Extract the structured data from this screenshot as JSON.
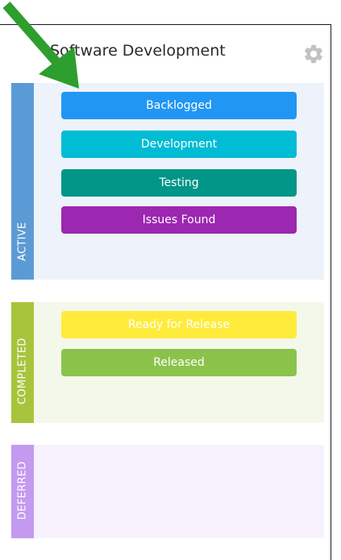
{
  "header": {
    "title": "Software Development",
    "settings_icon": "gear-icon"
  },
  "groups": [
    {
      "label": "ACTIVE",
      "rail_color": "#5b9bd5",
      "bg_color": "#eef3fb",
      "statuses": [
        {
          "label": "Backlogged",
          "color": "#2196f3"
        },
        {
          "label": "Development",
          "color": "#00bcd4"
        },
        {
          "label": "Testing",
          "color": "#009688"
        },
        {
          "label": "Issues Found",
          "color": "#9c27b0"
        }
      ]
    },
    {
      "label": "COMPLETED",
      "rail_color": "#a8c43c",
      "bg_color": "#f3f8ea",
      "statuses": [
        {
          "label": "Ready for Release",
          "color": "#ffeb3b"
        },
        {
          "label": "Released",
          "color": "#8bc34a"
        }
      ]
    },
    {
      "label": "DEFERRED",
      "rail_color": "#c39af0",
      "bg_color": "#f7f2fd",
      "statuses": []
    }
  ],
  "annotation": {
    "arrow_color": "#2e9e2e",
    "arrow_icon": "arrow-annotation-icon"
  }
}
